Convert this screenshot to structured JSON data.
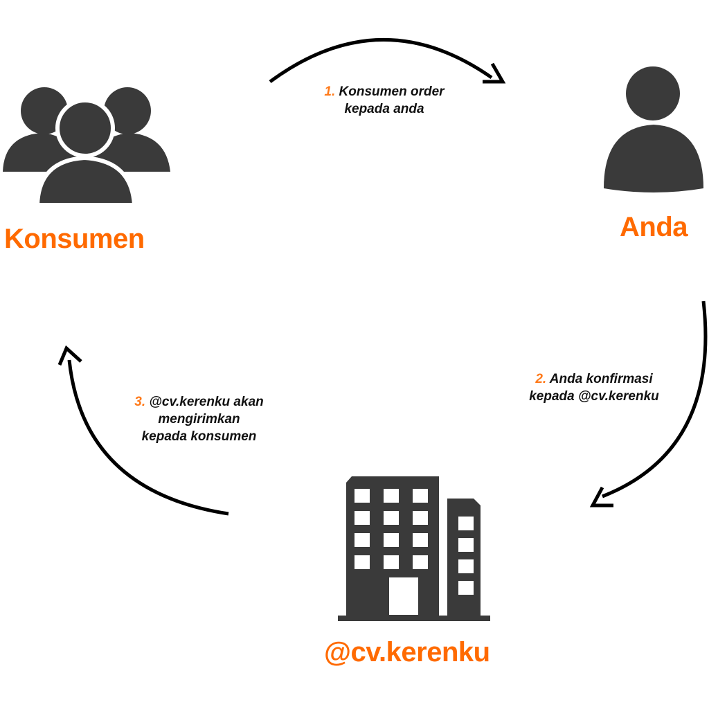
{
  "colors": {
    "accent": "#ff6a00",
    "icon": "#3a3a3a",
    "arrow": "#000000",
    "text": "#111111"
  },
  "nodes": {
    "konsumen": {
      "label": "Konsumen",
      "icon": "users-group-icon"
    },
    "anda": {
      "label": "Anda",
      "icon": "user-icon"
    },
    "cv": {
      "label": "@cv.kerenku",
      "icon": "building-icon"
    }
  },
  "steps": [
    {
      "num": "1.",
      "lines": [
        "Konsumen order",
        "kepada anda"
      ]
    },
    {
      "num": "2.",
      "lines": [
        "Anda konfirmasi",
        "kepada @cv.kerenku"
      ]
    },
    {
      "num": "3.",
      "lines": [
        "@cv.kerenku akan",
        "mengirimkan",
        "kepada konsumen"
      ]
    }
  ]
}
